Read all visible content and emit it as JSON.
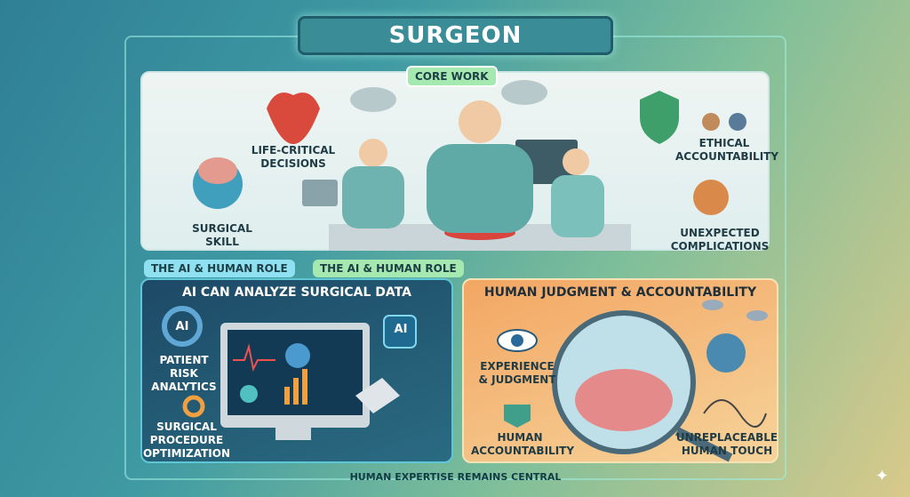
{
  "title": "SURGEON",
  "core": {
    "label": "CORE WORK",
    "items": [
      "LIFE-CRITICAL DECISIONS",
      "SURGICAL SKILL",
      "ETHICAL ACCOUNTABILITY",
      "UNEXPECTED COMPLICATIONS"
    ]
  },
  "roles": [
    "THE AI & HUMAN ROLE",
    "THE AI & HUMAN ROLE"
  ],
  "ai_panel": {
    "header": "AI CAN ANALYZE SURGICAL DATA",
    "badge": "AI",
    "items": [
      "PATIENT RISK ANALYTICS",
      "SURGICAL PROCEDURE OPTIMIZATION"
    ]
  },
  "human_panel": {
    "header": "HUMAN JUDGMENT & ACCOUNTABILITY",
    "items": [
      "EXPERIENCE & JUDGMENT",
      "HUMAN ACCOUNTABILITY",
      "UNREPLACEABLE HUMAN TOUCH"
    ]
  },
  "footer": "HUMAN EXPERTISE REMAINS CENTRAL",
  "colors": {
    "title_bg": "#3a8c97",
    "core_label": "#9be3a8",
    "ai_panel": "#1d4a66",
    "human_panel": "#f3a663",
    "role_blue": "#8fe0f0",
    "role_green": "#a5e8b0"
  }
}
